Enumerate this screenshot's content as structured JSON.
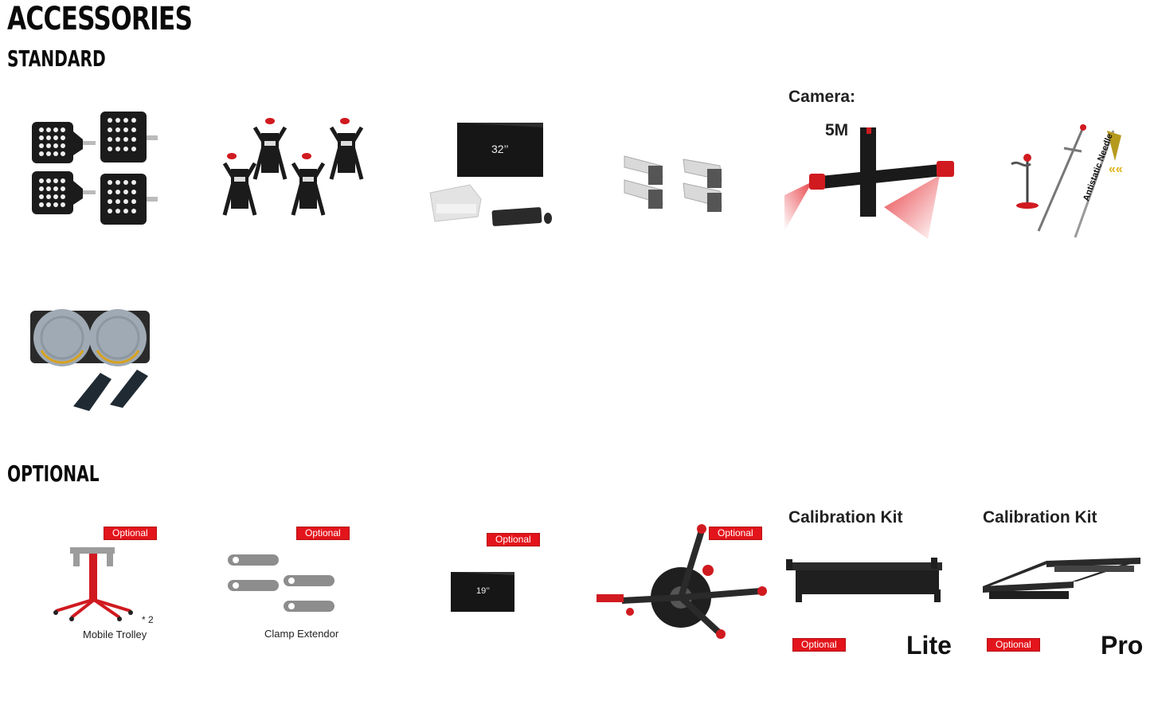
{
  "headings": {
    "title": "ACCESSORIES",
    "standard": "STANDARD",
    "optional": "OPTIONAL"
  },
  "standard_items": {
    "monitor_label": "32’’",
    "camera_title": "Camera:",
    "camera_res": "5M",
    "needle_label": "Antistatic Needle"
  },
  "optional_items": {
    "badge": "Optional",
    "trolley_caption": "Mobile Trolley",
    "trolley_qty": "* 2",
    "clamp_caption": "Clamp Extendor",
    "monitor_label": "19’’",
    "kit_title": "Calibration Kit",
    "kit_lite": "Lite",
    "kit_pro": "Pro"
  },
  "colors": {
    "accent": "#e3141b",
    "dark": "#1a1a1a"
  }
}
